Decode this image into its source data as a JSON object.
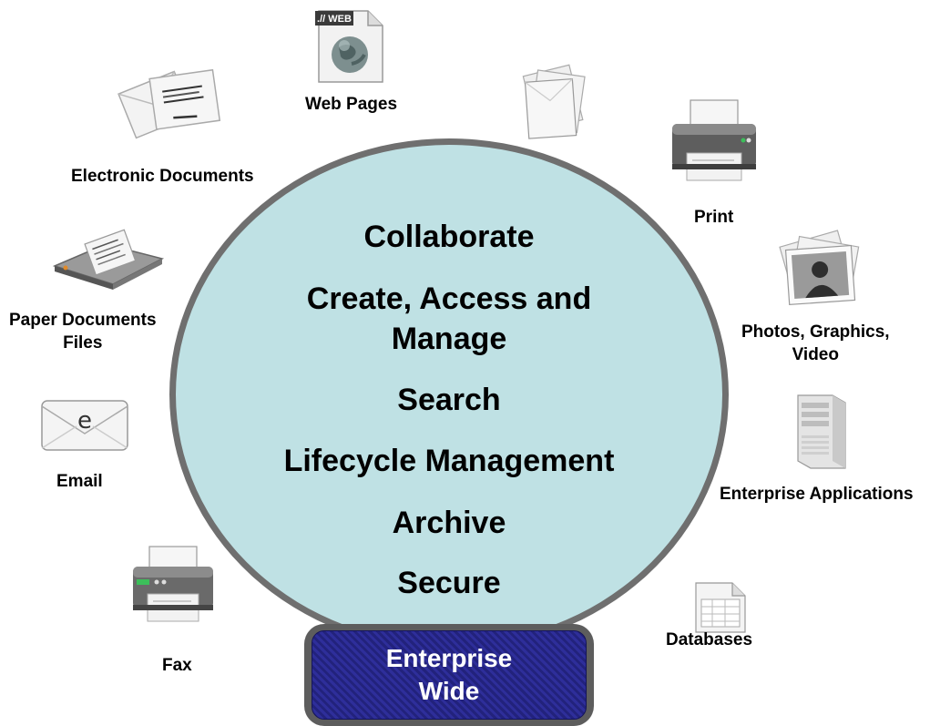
{
  "center": {
    "items": [
      "Collaborate",
      "Create, Access and",
      "Manage",
      "Search",
      "Lifecycle Management",
      "Archive",
      "Secure"
    ]
  },
  "badge": {
    "line1": "Enterprise",
    "line2": "Wide"
  },
  "sources": {
    "web_pages": "Web Pages",
    "web_tag": ".// WEB",
    "electronic_documents": "Electronic Documents",
    "paper_documents_line1": "Paper Documents",
    "paper_documents_line2": "Files",
    "email": "Email",
    "email_glyph": "e",
    "fax": "Fax",
    "print": "Print",
    "photos_line1": "Photos, Graphics,",
    "photos_line2": "Video",
    "enterprise_applications": "Enterprise Applications",
    "databases": "Databases"
  },
  "colors": {
    "circle_fill": "#bfe1e4",
    "circle_border": "#6f6f6f",
    "badge_fill": "#2e2e9a",
    "badge_border": "#5d5d5d"
  }
}
